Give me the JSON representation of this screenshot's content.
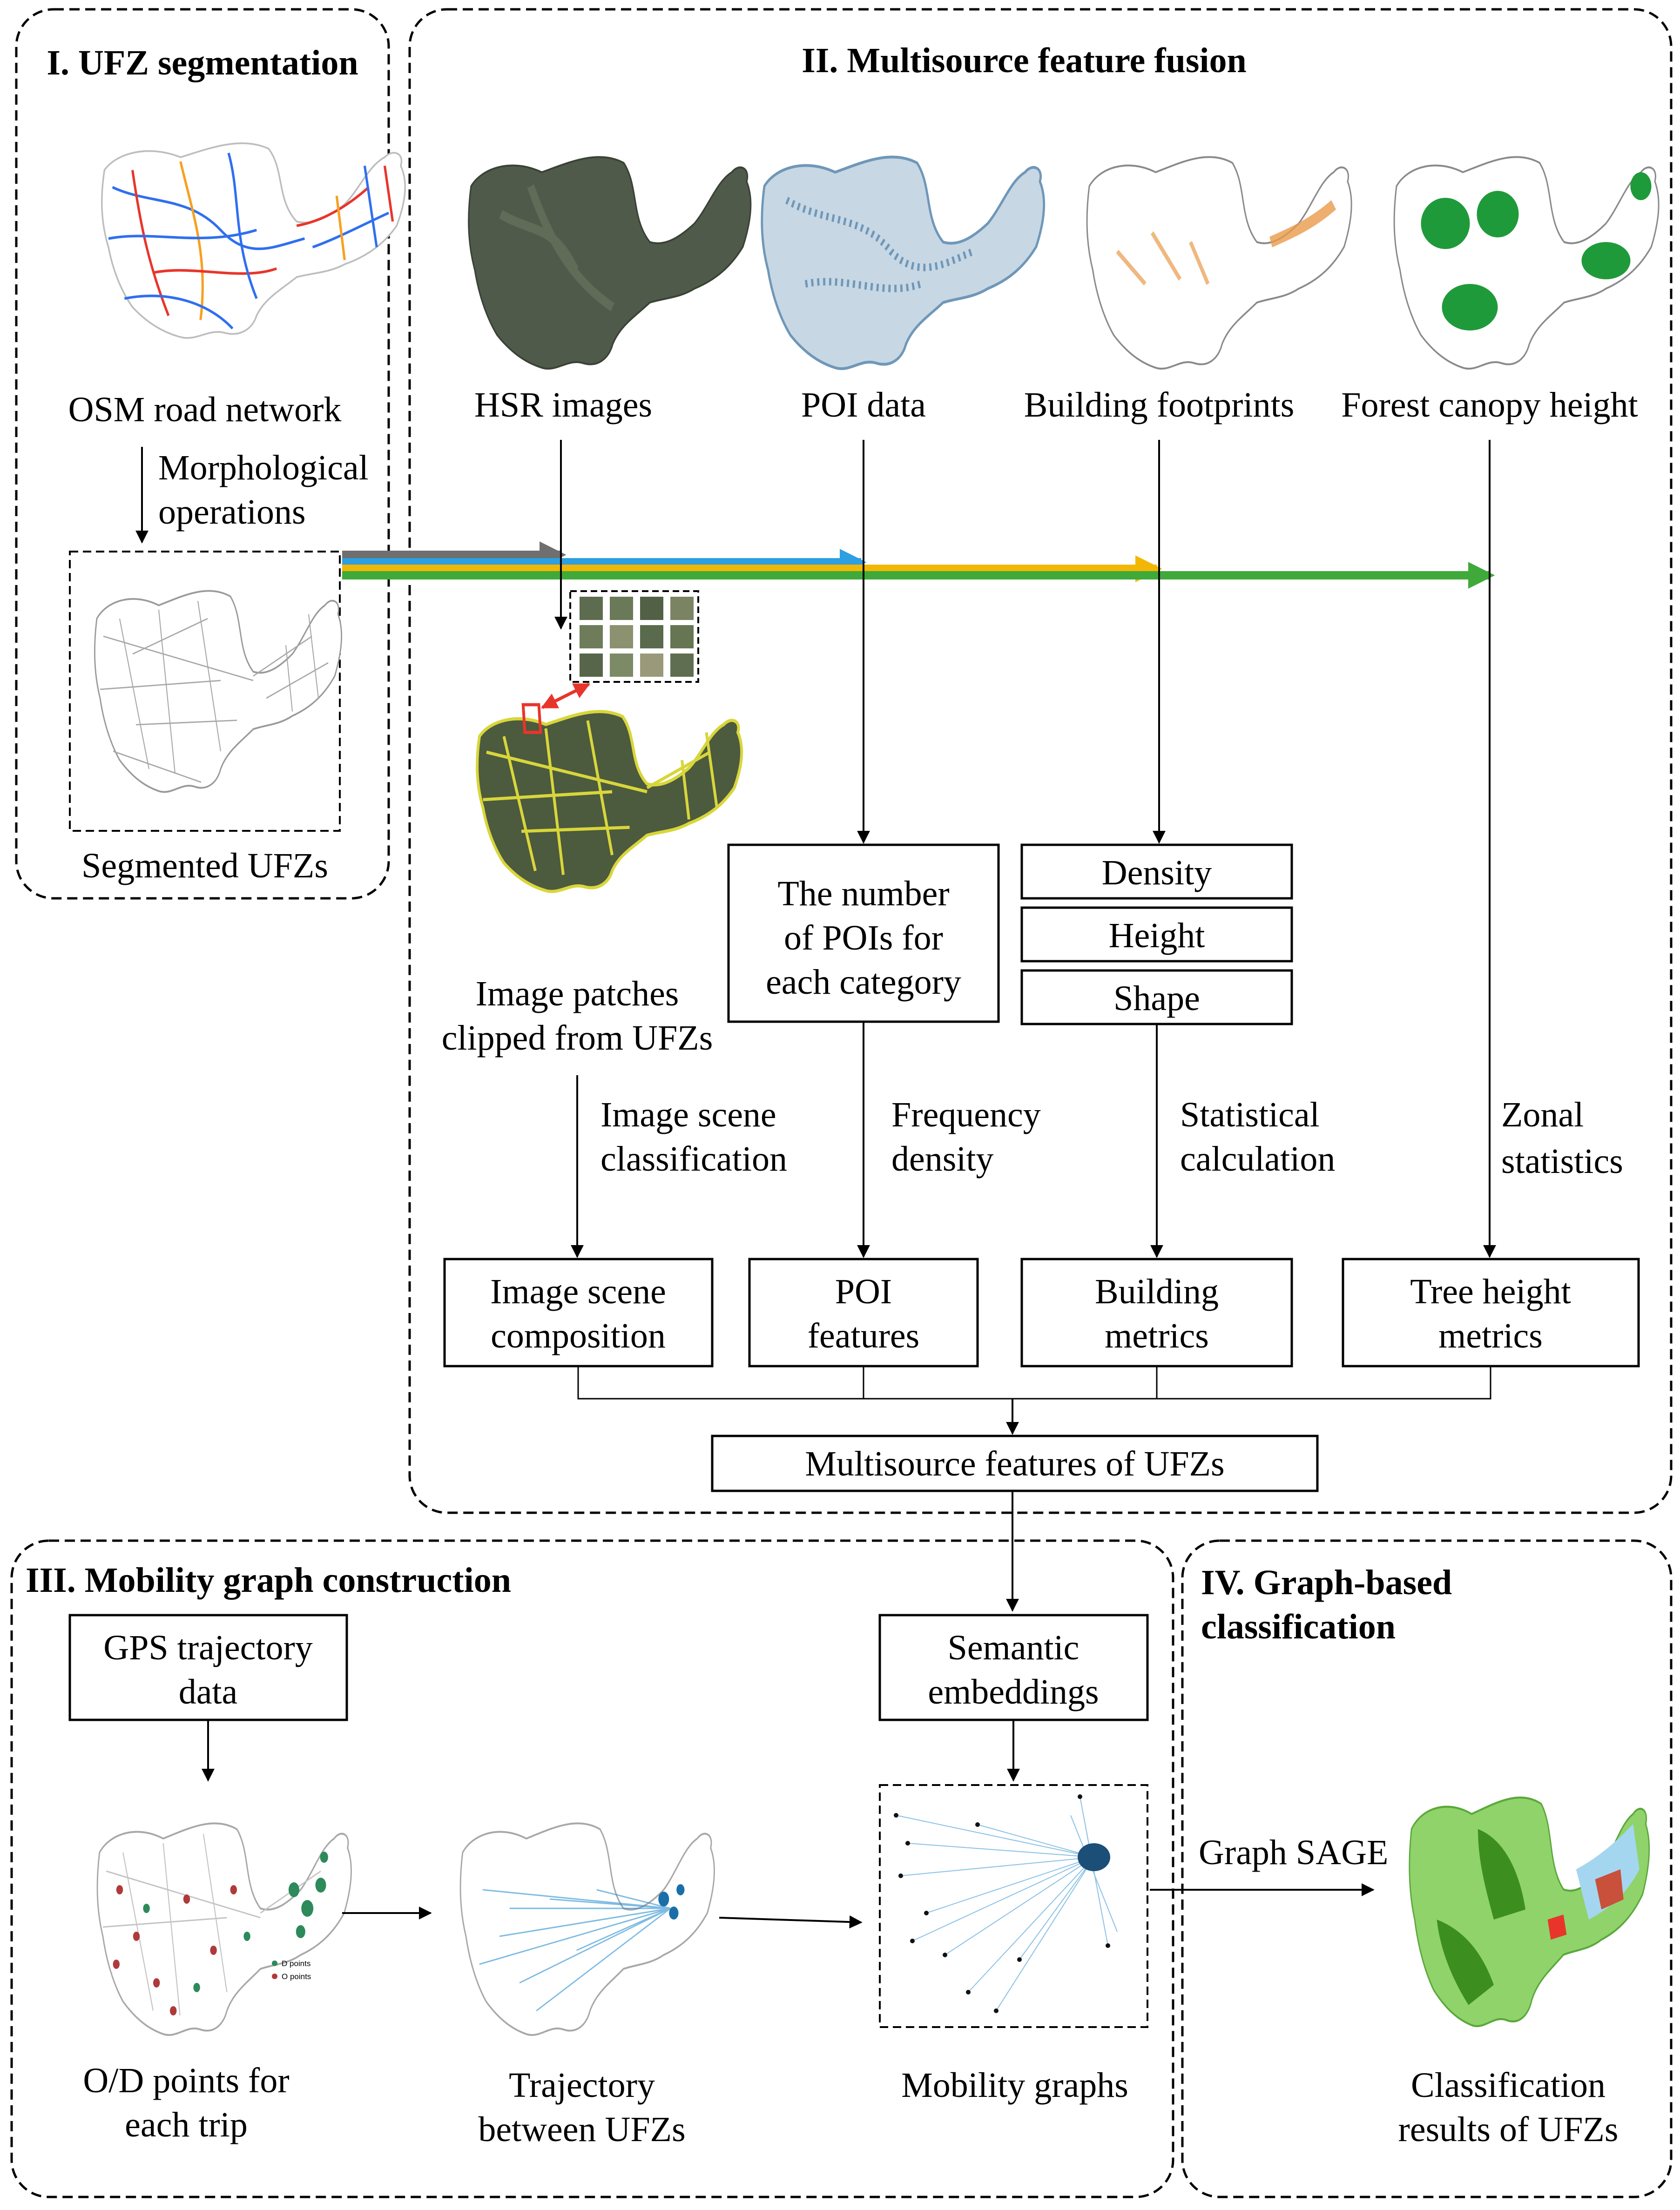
{
  "panels": {
    "segmentation": {
      "title": "I. UFZ segmentation"
    },
    "fusion": {
      "title": "II. Multisource feature fusion"
    },
    "mobility": {
      "title": "III. Mobility graph construction"
    },
    "classification": {
      "title_line1": "IV. Graph-based",
      "title_line2": "classification"
    }
  },
  "segmentation": {
    "osm_label": "OSM road network",
    "operation_line1": "Morphological",
    "operation_line2": "operations",
    "segmented_label": "Segmented UFZs"
  },
  "sources": {
    "hsr": "HSR images",
    "poi": "POI data",
    "building": "Building footprints",
    "forest": "Forest canopy height"
  },
  "patches": {
    "line1": "Image patches",
    "line2": "clipped from UFZs"
  },
  "poi_box": {
    "line1": "The number",
    "line2": "of POIs for",
    "line3": "each category"
  },
  "building_boxes": {
    "density": "Density",
    "height": "Height",
    "shape": "Shape"
  },
  "methods": {
    "scene_line1": "Image scene",
    "scene_line2": "classification",
    "freq_line1": "Frequency",
    "freq_line2": "density",
    "stat_line1": "Statistical",
    "stat_line2": "calculation",
    "zonal_line1": "Zonal",
    "zonal_line2": "statistics"
  },
  "features": {
    "scene_line1": "Image scene",
    "scene_line2": "composition",
    "poi_line1": "POI",
    "poi_line2": "features",
    "building_line1": "Building",
    "building_line2": "metrics",
    "tree_line1": "Tree height",
    "tree_line2": "metrics",
    "fused": "Multisource features of UFZs"
  },
  "mobility": {
    "gps_line1": "GPS trajectory",
    "gps_line2": "data",
    "semantic_line1": "Semantic",
    "semantic_line2": "embeddings",
    "od_line1": "O/D points for",
    "od_line2": "each trip",
    "legend_d": "D points",
    "legend_o": "O points",
    "traj_line1": "Trajectory",
    "traj_line2": "between UFZs",
    "graphs": "Mobility graphs"
  },
  "classification": {
    "method": "Graph SAGE",
    "result_line1": "Classification",
    "result_line2": "results of UFZs"
  },
  "colors": {
    "flow_gray": "#6f6f6f",
    "flow_blue": "#2e9fe0",
    "flow_yellow": "#f2b705",
    "flow_green": "#3faa3a",
    "road_red": "#e8352b",
    "road_blue": "#2f6ff0",
    "road_orange": "#f7a021",
    "poi_blue": "#6f97b8",
    "building_orange": "#e89a4a",
    "forest_green": "#1f9a3a",
    "imagery_dark": "#4f5a4a",
    "yellow_overlay": "#d8d63a",
    "graph_blue": "#2a8fd0",
    "class_light_green": "#8fd36a",
    "class_dark_green": "#3c8f1e"
  }
}
